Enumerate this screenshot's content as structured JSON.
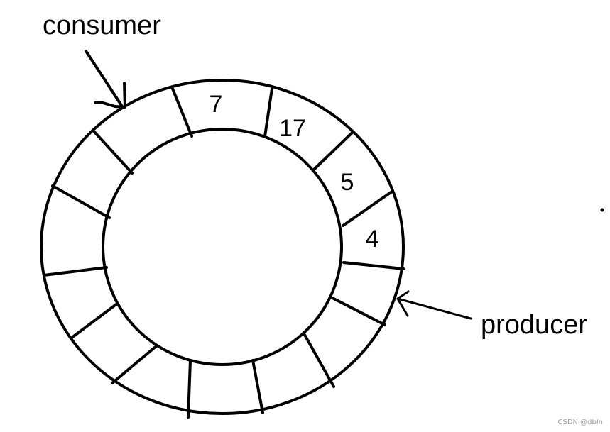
{
  "labels": {
    "consumer": "consumer",
    "producer": "producer"
  },
  "slots": [
    {
      "value": "7"
    },
    {
      "value": "17"
    },
    {
      "value": "5"
    },
    {
      "value": "4"
    }
  ],
  "watermark": "CSDN @dbln",
  "colors": {
    "stroke": "#000000",
    "background": "#ffffff",
    "watermark": "#9a9a9a"
  }
}
